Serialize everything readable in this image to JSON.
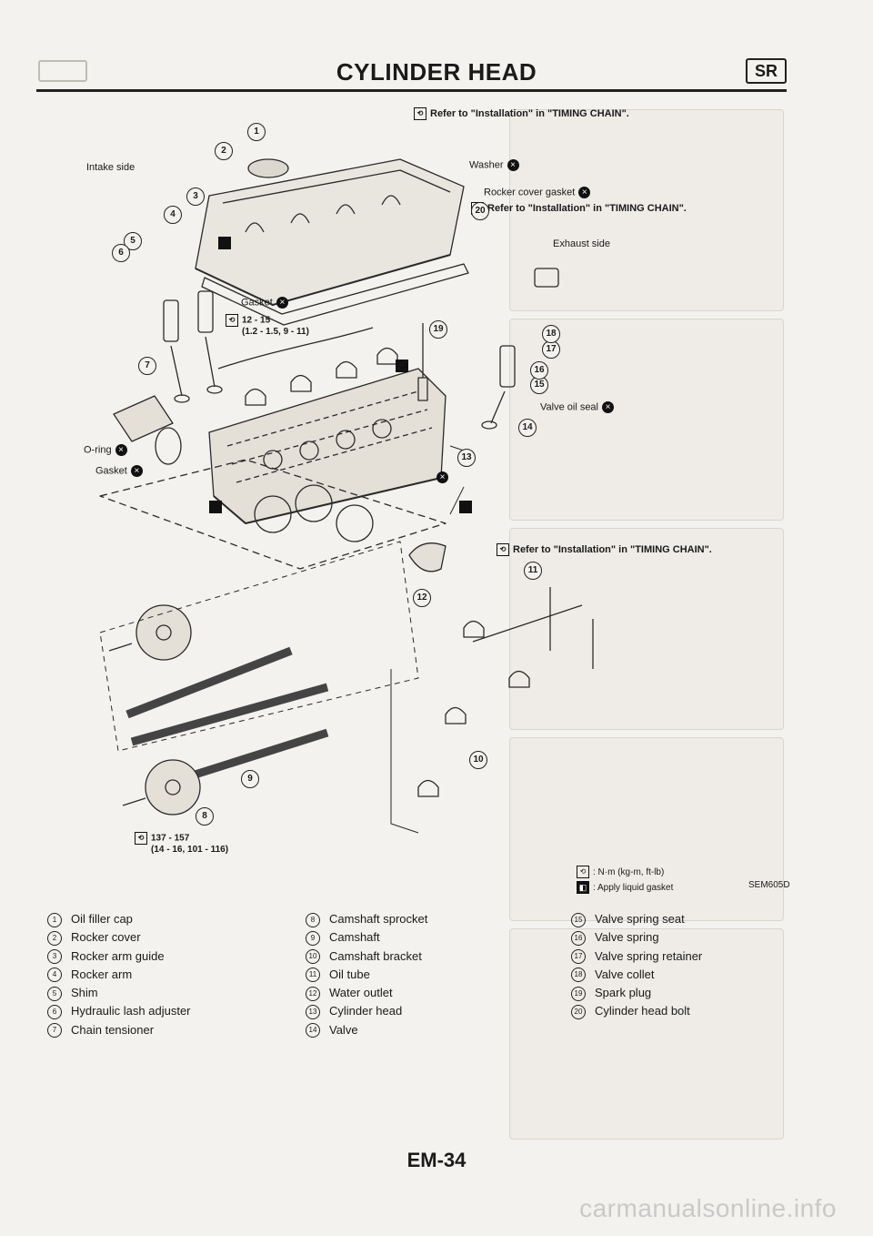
{
  "header": {
    "title": "CYLINDER HEAD",
    "section_tag": "SR"
  },
  "diagram": {
    "refer_notes": [
      "Refer to \"Installation\" in \"TIMING CHAIN\".",
      "Refer to \"Installation\" in \"TIMING CHAIN\".",
      "Refer to \"Installation\" in \"TIMING CHAIN\"."
    ],
    "labels": {
      "intake_side": "Intake side",
      "exhaust_side": "Exhaust side",
      "washer": "Washer",
      "rocker_cover_gasket": "Rocker cover gasket",
      "gasket_1": "Gasket",
      "gasket_2": "Gasket",
      "o_ring": "O-ring",
      "valve_oil_seal": "Valve oil seal"
    },
    "torques": {
      "rocker_bolts_line1": "12 - 15",
      "rocker_bolts_line2": "(1.2 - 1.5, 9 - 11)",
      "sprocket_bolt_line1": "137 - 157",
      "sprocket_bolt_line2": "(14 - 16, 101 - 116)"
    },
    "callouts": [
      "1",
      "2",
      "3",
      "4",
      "5",
      "6",
      "7",
      "8",
      "9",
      "10",
      "11",
      "12",
      "13",
      "14",
      "15",
      "16",
      "17",
      "18",
      "19",
      "20"
    ]
  },
  "legend": {
    "torque": ": N·m (kg-m, ft-lb)",
    "liquid_gasket": ": Apply liquid gasket",
    "code": "SEM605D"
  },
  "parts": [
    {
      "num": "1",
      "name": "Oil filler cap"
    },
    {
      "num": "2",
      "name": "Rocker cover"
    },
    {
      "num": "3",
      "name": "Rocker arm guide"
    },
    {
      "num": "4",
      "name": "Rocker arm"
    },
    {
      "num": "5",
      "name": "Shim"
    },
    {
      "num": "6",
      "name": "Hydraulic lash adjuster"
    },
    {
      "num": "7",
      "name": "Chain tensioner"
    },
    {
      "num": "8",
      "name": "Camshaft sprocket"
    },
    {
      "num": "9",
      "name": "Camshaft"
    },
    {
      "num": "10",
      "name": "Camshaft bracket"
    },
    {
      "num": "11",
      "name": "Oil tube"
    },
    {
      "num": "12",
      "name": "Water outlet"
    },
    {
      "num": "13",
      "name": "Cylinder head"
    },
    {
      "num": "14",
      "name": "Valve"
    },
    {
      "num": "15",
      "name": "Valve spring seat"
    },
    {
      "num": "16",
      "name": "Valve spring"
    },
    {
      "num": "17",
      "name": "Valve spring retainer"
    },
    {
      "num": "18",
      "name": "Valve collet"
    },
    {
      "num": "19",
      "name": "Spark plug"
    },
    {
      "num": "20",
      "name": "Cylinder head bolt"
    }
  ],
  "footer": {
    "page_number": "EM-34",
    "watermark": "carmanualsonline.info"
  }
}
